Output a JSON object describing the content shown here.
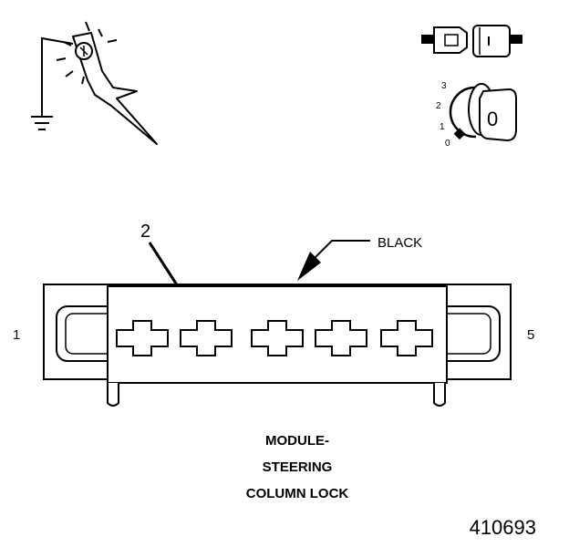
{
  "labels": {
    "wire_color": "BLACK",
    "cavity_callout": "2",
    "pin_left": "1",
    "pin_right": "5",
    "caption_line1": "MODULE-",
    "caption_line2": "STEERING",
    "caption_line3": "COLUMN LOCK",
    "figure_number": "410693"
  },
  "ignition_key": {
    "positions": [
      "3",
      "2",
      "1",
      "0"
    ],
    "key_face": "0"
  },
  "icons": [
    "test-light-probe-icon",
    "ground-symbol-icon",
    "connector-separated-icon",
    "ignition-key-icon"
  ],
  "colors": {
    "ink": "#000000",
    "paper": "#ffffff"
  }
}
